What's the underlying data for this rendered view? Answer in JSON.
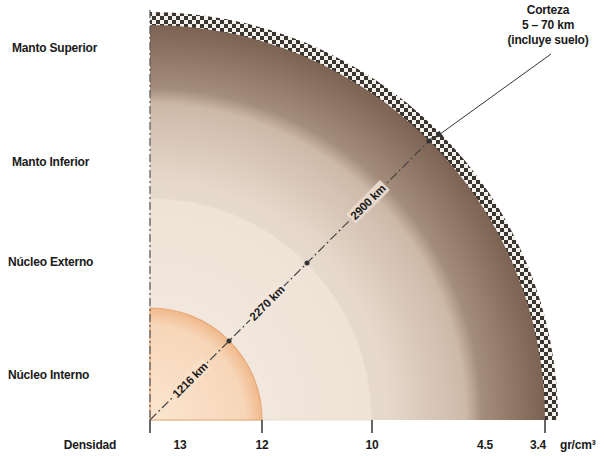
{
  "diagram": {
    "labels": [
      "Manto Superior",
      "Manto Inferior",
      "Núcleo Externo",
      "Núcleo Interno",
      "Corteza",
      "5 – 70 km",
      "(incluye suelo)",
      "1216 km",
      "2270 km",
      "2900 km",
      "Densidad",
      "13",
      "12",
      "10",
      "4.5",
      "3.4",
      "gr/cm³"
    ]
  }
}
